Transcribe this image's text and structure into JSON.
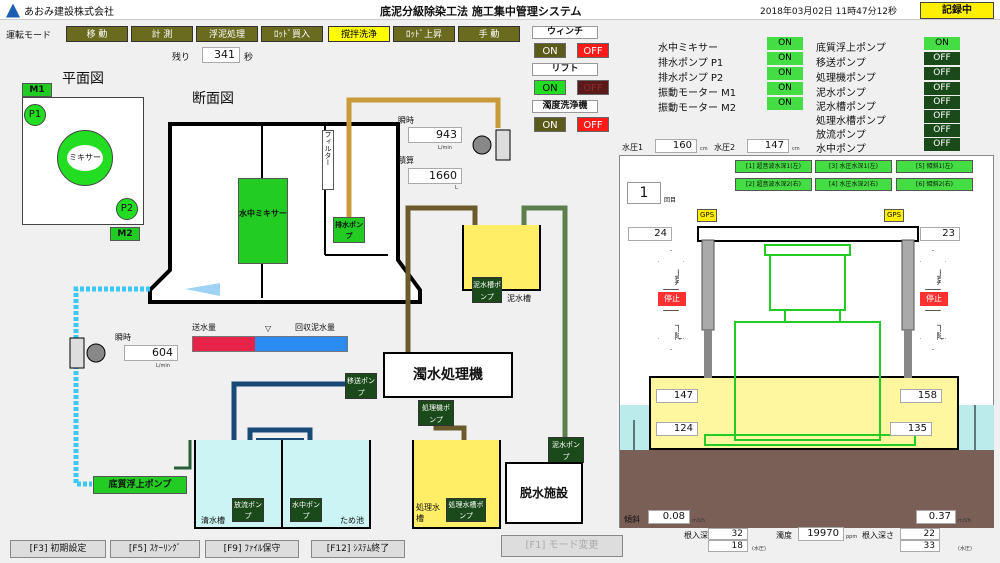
{
  "header": {
    "company": "あおみ建設株式会社",
    "title": "底泥分級除染工法 施工集中管理システム",
    "datetime": "2018年03月02日 11時47分12秒",
    "record": "記録中"
  },
  "mode": {
    "label": "運転モード",
    "buttons": [
      "移 動",
      "計 測",
      "浮泥処理",
      "ﾛｯﾄﾞ買入",
      "撹拌洗浄",
      "ﾛｯﾄﾞ上昇",
      "手 動"
    ],
    "remain_label": "残り",
    "remain_value": "341",
    "remain_unit": "秒"
  },
  "controls": {
    "winch": "ウィンチ",
    "lift": "リフト",
    "turbidity": "濁度洗浄機",
    "on": "ON",
    "off": "OFF"
  },
  "status_left": [
    {
      "label": "水中ミキサー",
      "state": "ON"
    },
    {
      "label": "排水ポンプ P1",
      "state": "ON"
    },
    {
      "label": "排水ポンプ P2",
      "state": "ON"
    },
    {
      "label": "振動モーター M1",
      "state": "ON"
    },
    {
      "label": "振動モーター M2",
      "state": "ON"
    }
  ],
  "status_right": [
    {
      "label": "底質浮上ポンプ",
      "state": "ON"
    },
    {
      "label": "移送ポンプ",
      "state": "OFF"
    },
    {
      "label": "処理機ポンプ",
      "state": "OFF"
    },
    {
      "label": "泥水ポンプ",
      "state": "OFF"
    },
    {
      "label": "泥水槽ポンプ",
      "state": "OFF"
    },
    {
      "label": "処理水槽ポンプ",
      "state": "OFF"
    },
    {
      "label": "放流ポンプ",
      "state": "OFF"
    },
    {
      "label": "水中ポンプ",
      "state": "OFF"
    }
  ],
  "plan": {
    "title": "平面図",
    "m1": "M1",
    "m2": "M2",
    "p1": "P1",
    "p2": "P2",
    "mixer": "ミキサー"
  },
  "section": {
    "title": "断面図",
    "filter": "フィルター",
    "mixer": "水中ミキサー",
    "drain": "排水ポンプ"
  },
  "flow1": {
    "instant_label": "瞬時",
    "instant": "943",
    "instant_unit": "L/min",
    "total_label": "積算",
    "total": "1660",
    "total_unit": "L"
  },
  "flow2": {
    "instant_label": "瞬時",
    "instant": "604",
    "instant_unit": "L/min"
  },
  "bar": {
    "send": "送水量",
    "recover": "回収泥水量",
    "send_ratio": 0.4
  },
  "tanks": {
    "mud_tank_pump": "泥水槽ポンプ",
    "mud_tank": "泥水槽",
    "processor": "濁水処理機",
    "transfer_pump": "移送ポンプ",
    "proc_pump": "処理機ポンプ",
    "clear_tank": "清水槽",
    "discharge_pump": "放流ポンプ",
    "sub_pump": "水中ポンプ",
    "pond": "ため池",
    "treated_tank": "処理水槽",
    "treated_pump": "処理水槽ポンプ",
    "mud_pump": "泥水ポンプ",
    "dewater": "脱水施設",
    "sediment_pump": "底質浮上ポンプ"
  },
  "right": {
    "wp1_label": "水圧1",
    "wp1": "160",
    "wp2_label": "水圧2",
    "wp2": "147",
    "cm": "cm",
    "count": "1",
    "count_unit": "回目",
    "cmds": [
      "[1] 超音波水深1(左)",
      "[3] 水圧水深1(左)",
      "[5] 傾斜1(左)",
      "[2] 超音波水深2(右)",
      "[4] 水圧水深2(右)",
      "[6] 傾斜2(右)"
    ],
    "gps": "GPS",
    "left_top": "24",
    "right_top": "23",
    "up": "上昇",
    "down": "下降",
    "stop": "停止",
    "lv_l1": "147",
    "lv_r1": "158",
    "lv_l2": "124",
    "lv_r2": "135",
    "tilt_label": "傾斜",
    "tilt_l": "0.08",
    "tilt_r": "0.37",
    "tilt_unit": "m3/h",
    "depth_label": "根入深さ",
    "d_l1": "32",
    "d_l2": "18",
    "turb_label": "濁度",
    "turb": "19970",
    "turb_unit": "ppm",
    "d_r1": "22",
    "d_r2": "33",
    "wp_unit": "(水圧)"
  },
  "footer": {
    "f3": "[F3] 初期設定",
    "f5": "[F5] ｽｹｰﾘﾝｸﾞ",
    "f9": "[F9] ﾌｧｲﾙ保守",
    "f12": "[F12] ｼｽﾃﾑ終了",
    "f1": "[F1] モード変更"
  }
}
